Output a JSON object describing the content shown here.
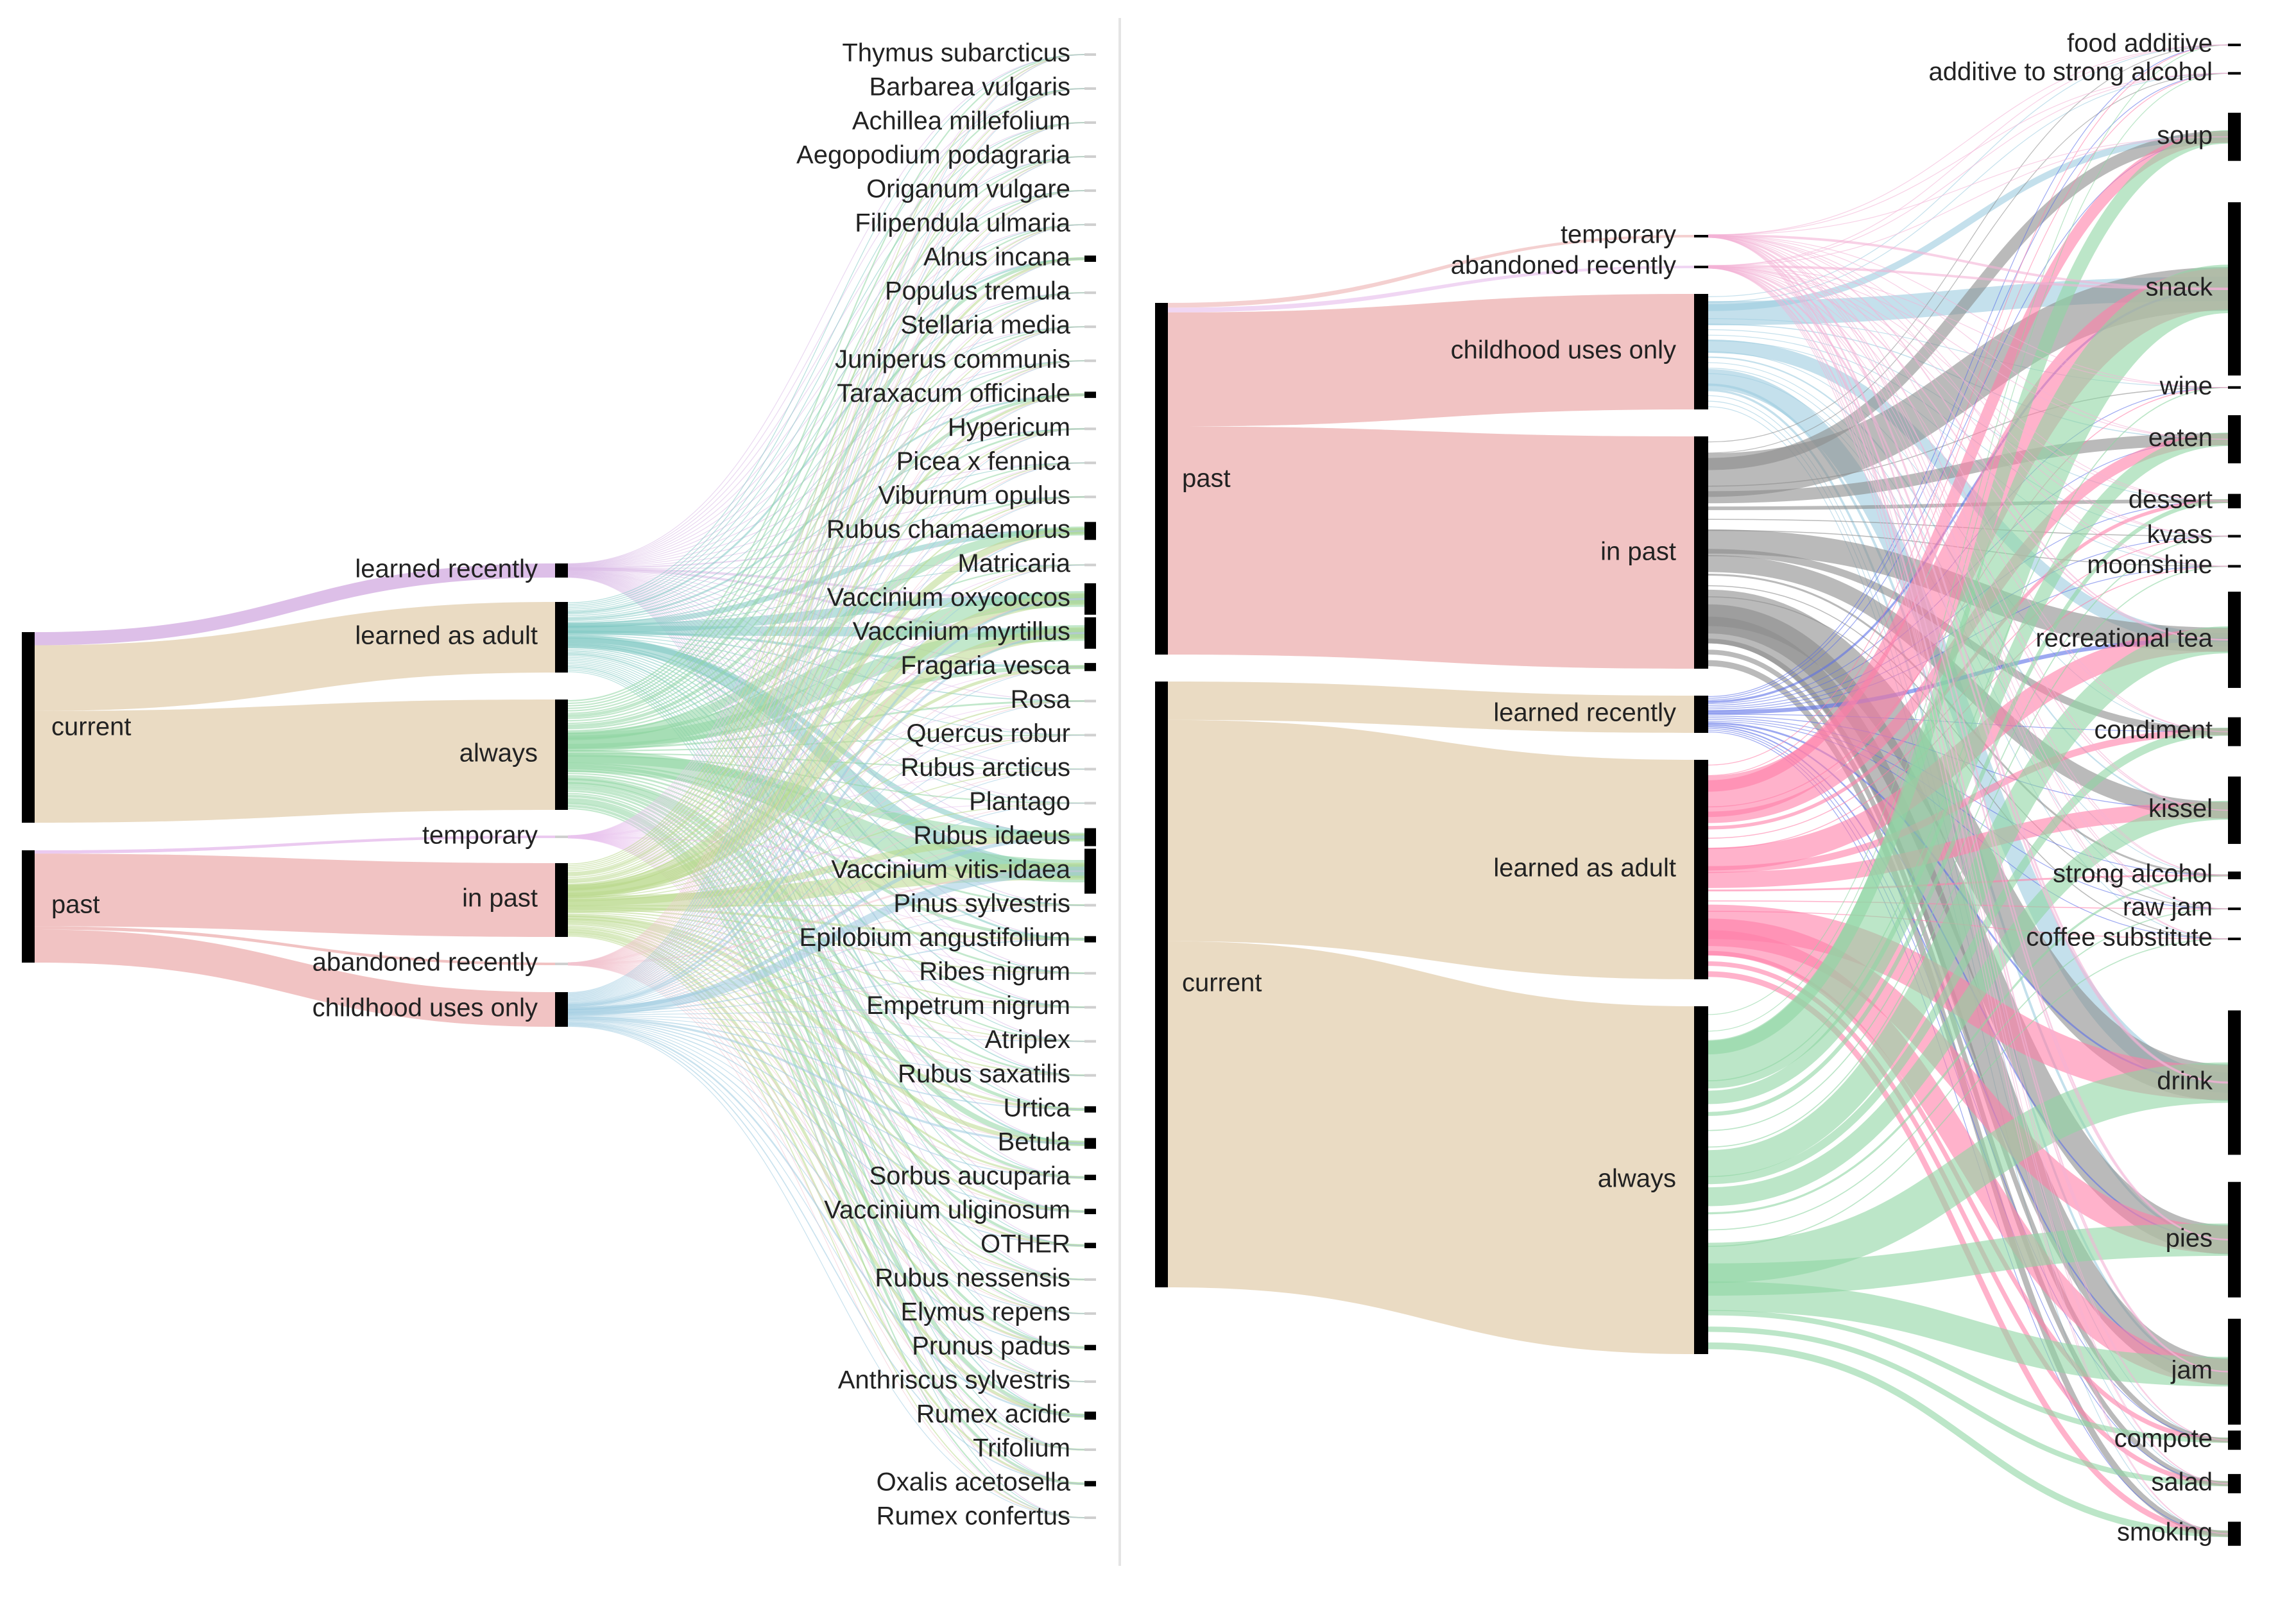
{
  "colors": {
    "current": "#e8d7bd",
    "past": "#f0bcbc",
    "learned_recently": "#d9b8e6",
    "learned_as_adult": "#7fc9c2",
    "always": "#8fd6a3",
    "temporary": "#e9c4ee",
    "in_past": "#b9d98c",
    "abandoned_recently": "#f2c4cf",
    "childhood": "#9ccbe0",
    "in_past_right": "#8c8c8c",
    "learned_recently_right": "#5b6fe8",
    "learned_as_adult_right": "#ff7fa8",
    "always_right": "#8fd6a3",
    "node": "#000000",
    "divider": "#e4e4e4"
  },
  "left_diagram": {
    "status_nodes": [
      {
        "id": "current",
        "label": "current"
      },
      {
        "id": "past",
        "label": "past"
      }
    ],
    "change_nodes": [
      {
        "id": "learned_recently",
        "label": "learned recently"
      },
      {
        "id": "learned_as_adult",
        "label": "learned as adult"
      },
      {
        "id": "always",
        "label": "always"
      },
      {
        "id": "temporary",
        "label": "temporary"
      },
      {
        "id": "in_past",
        "label": "in past"
      },
      {
        "id": "abandoned_recently",
        "label": "abandoned recently"
      },
      {
        "id": "childhood",
        "label": "childhood uses only"
      }
    ],
    "status_flows": [
      {
        "from": "current",
        "to": "learned_recently",
        "value": 2
      },
      {
        "from": "current",
        "to": "learned_as_adult",
        "value": 10
      },
      {
        "from": "current",
        "to": "always",
        "value": 17
      },
      {
        "from": "past",
        "to": "temporary",
        "value": 0.5
      },
      {
        "from": "past",
        "to": "in_past",
        "value": 11
      },
      {
        "from": "past",
        "to": "abandoned_recently",
        "value": 0.5
      },
      {
        "from": "past",
        "to": "childhood",
        "value": 5
      }
    ],
    "species_nodes": [
      {
        "label": "Thymus subarcticus",
        "value": 0.3
      },
      {
        "label": "Barbarea vulgaris",
        "value": 0.3
      },
      {
        "label": "Achillea millefolium",
        "value": 0.3
      },
      {
        "label": "Aegopodium podagraria",
        "value": 0.3
      },
      {
        "label": "Origanum vulgare",
        "value": 0.3
      },
      {
        "label": "Filipendula ulmaria",
        "value": 0.3
      },
      {
        "label": "Alnus incana",
        "value": 0.7
      },
      {
        "label": "Populus tremula",
        "value": 0.3
      },
      {
        "label": "Stellaria media",
        "value": 0.3
      },
      {
        "label": "Juniperus communis",
        "value": 0.3
      },
      {
        "label": "Taraxacum officinale",
        "value": 0.7
      },
      {
        "label": "Hypericum",
        "value": 0.4
      },
      {
        "label": "Picea x fennica",
        "value": 0.3
      },
      {
        "label": "Viburnum opulus",
        "value": 0.4
      },
      {
        "label": "Rubus chamaemorus",
        "value": 2
      },
      {
        "label": "Matricaria",
        "value": 0.3
      },
      {
        "label": "Vaccinium oxycoccos",
        "value": 3.5
      },
      {
        "label": "Vaccinium myrtillus",
        "value": 3.5
      },
      {
        "label": "Fragaria vesca",
        "value": 0.9
      },
      {
        "label": "Rosa",
        "value": 0.4
      },
      {
        "label": "Quercus robur",
        "value": 0.3
      },
      {
        "label": "Rubus arcticus",
        "value": 0.3
      },
      {
        "label": "Plantago",
        "value": 0.3
      },
      {
        "label": "Rubus idaeus",
        "value": 2
      },
      {
        "label": "Vaccinium vitis-idaea",
        "value": 5
      },
      {
        "label": "Pinus sylvestris",
        "value": 0.4
      },
      {
        "label": "Epilobium angustifolium",
        "value": 0.7
      },
      {
        "label": "Ribes nigrum",
        "value": 0.4
      },
      {
        "label": "Empetrum nigrum",
        "value": 0.4
      },
      {
        "label": "Atriplex",
        "value": 0.3
      },
      {
        "label": "Rubus saxatilis",
        "value": 0.4
      },
      {
        "label": "Urtica",
        "value": 0.7
      },
      {
        "label": "Betula",
        "value": 1.2
      },
      {
        "label": "Sorbus aucuparia",
        "value": 0.6
      },
      {
        "label": "Vaccinium uliginosum",
        "value": 0.6
      },
      {
        "label": "OTHER",
        "value": 0.6
      },
      {
        "label": "Rubus nessensis",
        "value": 0.4
      },
      {
        "label": "Elymus repens",
        "value": 0.3
      },
      {
        "label": "Prunus padus",
        "value": 0.6
      },
      {
        "label": "Anthriscus sylvestris",
        "value": 0.3
      },
      {
        "label": "Rumex acidic",
        "value": 0.9
      },
      {
        "label": "Trifolium",
        "value": 0.4
      },
      {
        "label": "Oxalis acetosella",
        "value": 0.6
      },
      {
        "label": "Rumex confertus",
        "value": 0.3
      }
    ]
  },
  "right_diagram": {
    "status_nodes": [
      {
        "id": "past",
        "label": "past"
      },
      {
        "id": "current",
        "label": "current"
      }
    ],
    "change_nodes": [
      {
        "id": "temporary",
        "label": "temporary"
      },
      {
        "id": "abandoned_recently",
        "label": "abandoned recently"
      },
      {
        "id": "childhood",
        "label": "childhood uses only"
      },
      {
        "id": "in_past",
        "label": "in past"
      },
      {
        "id": "learned_recently",
        "label": "learned recently"
      },
      {
        "id": "learned_as_adult",
        "label": "learned as adult"
      },
      {
        "id": "always",
        "label": "always"
      }
    ],
    "status_flows": [
      {
        "from": "past",
        "to": "temporary",
        "value": 0.5
      },
      {
        "from": "past",
        "to": "abandoned_recently",
        "value": 0.5
      },
      {
        "from": "past",
        "to": "childhood",
        "value": 12
      },
      {
        "from": "past",
        "to": "in_past",
        "value": 24
      },
      {
        "from": "current",
        "to": "learned_recently",
        "value": 4
      },
      {
        "from": "current",
        "to": "learned_as_adult",
        "value": 23
      },
      {
        "from": "current",
        "to": "always",
        "value": 36
      }
    ],
    "use_nodes": [
      {
        "label": "food additive",
        "value": 0.3
      },
      {
        "label": "additive to strong alcohol",
        "value": 0.3
      },
      {
        "label": "soup",
        "value": 5
      },
      {
        "label": "snack",
        "value": 18
      },
      {
        "label": "wine",
        "value": 0.4
      },
      {
        "label": "eaten",
        "value": 5
      },
      {
        "label": "dessert",
        "value": 1.5
      },
      {
        "label": "kvass",
        "value": 0.4
      },
      {
        "label": "moonshine",
        "value": 0.4
      },
      {
        "label": "recreational tea",
        "value": 10
      },
      {
        "label": "condiment",
        "value": 3
      },
      {
        "label": "kissel",
        "value": 7
      },
      {
        "label": "strong alcohol",
        "value": 0.8
      },
      {
        "label": "raw jam",
        "value": 0.4
      },
      {
        "label": "coffee substitute",
        "value": 0.4
      },
      {
        "label": "drink",
        "value": 15
      },
      {
        "label": "pies",
        "value": 12
      },
      {
        "label": "jam",
        "value": 11
      },
      {
        "label": "compote",
        "value": 2
      },
      {
        "label": "salad",
        "value": 2
      },
      {
        "label": "smoking",
        "value": 2.5
      }
    ]
  }
}
